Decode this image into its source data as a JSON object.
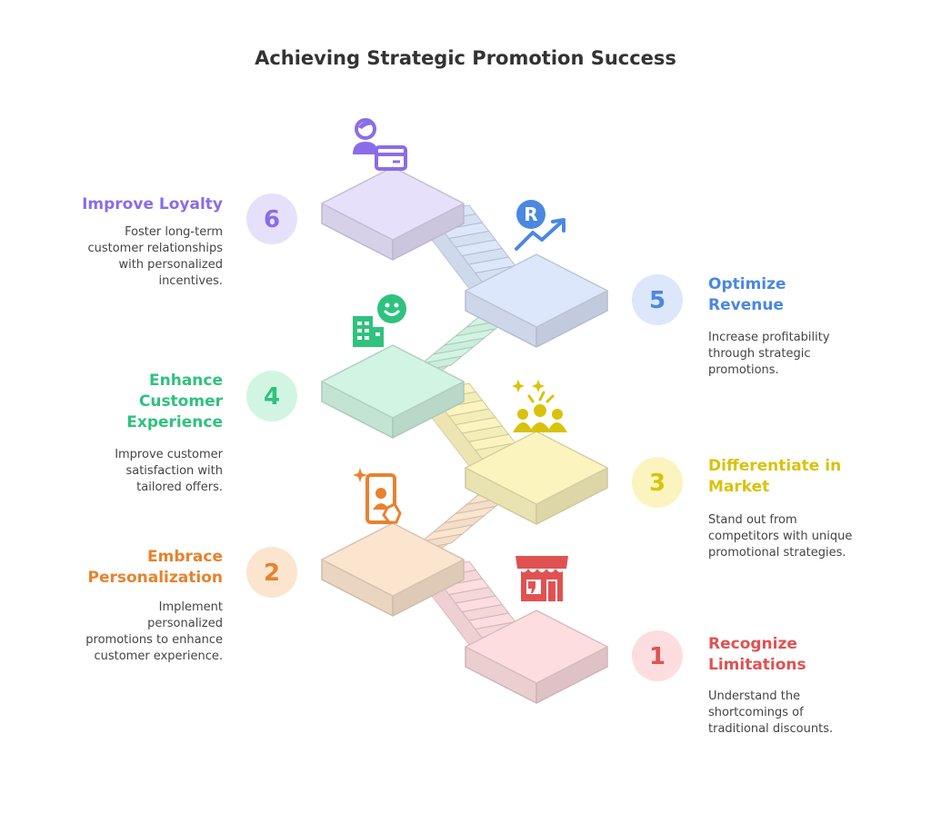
{
  "title": "Achieving Strategic Promotion Success",
  "steps": [
    {
      "number": "1",
      "title_lines": [
        "Recognize",
        "Limitations"
      ],
      "description_lines": [
        "Understand the",
        "shortcomings of",
        "traditional discounts."
      ],
      "color": "#E05252",
      "platform_color": "#FDDDE0",
      "icon": "storefront-thumbs-down-icon"
    },
    {
      "number": "2",
      "title_lines": [
        "Embrace",
        "Personalization"
      ],
      "description_lines": [
        "Implement",
        "personalized",
        "promotions to enhance",
        "customer experience."
      ],
      "color": "#E8822E",
      "platform_color": "#FCE5CF",
      "icon": "mobile-user-sparkle-icon"
    },
    {
      "number": "3",
      "title_lines": [
        "Differentiate in",
        "Market"
      ],
      "description_lines": [
        "Stand out from",
        "competitors with unique",
        "promotional strategies."
      ],
      "color": "#D9C20C",
      "platform_color": "#FBF4BE",
      "icon": "crowd-spotlight-icon"
    },
    {
      "number": "4",
      "title_lines": [
        "Enhance",
        "Customer",
        "Experience"
      ],
      "description_lines": [
        "Improve customer",
        "satisfaction with",
        "tailored offers."
      ],
      "color": "#2FC27E",
      "platform_color": "#D2F5E3",
      "icon": "building-smiley-icon"
    },
    {
      "number": "5",
      "title_lines": [
        "Optimize",
        "Revenue"
      ],
      "description_lines": [
        "Increase profitability",
        "through strategic",
        "promotions."
      ],
      "color": "#4A88E2",
      "platform_color": "#DCE7FB",
      "icon": "revenue-growth-icon"
    },
    {
      "number": "6",
      "title_lines": [
        "Improve Loyalty"
      ],
      "description_lines": [
        "Foster long-term",
        "customer relationships",
        "with personalized",
        "incentives."
      ],
      "color": "#8B6CE8",
      "platform_color": "#E7E0FB",
      "icon": "customer-card-icon"
    }
  ]
}
